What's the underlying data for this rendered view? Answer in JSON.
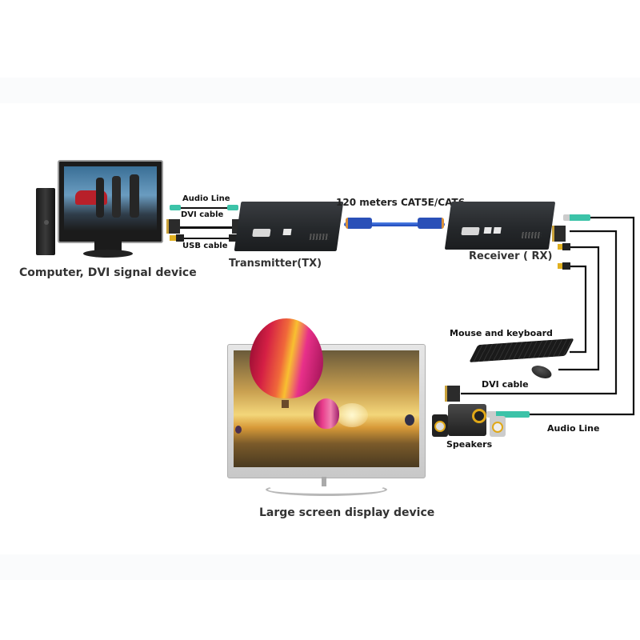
{
  "diagram": {
    "title": "DVI KVM extender over CAT5E/CAT6 connection diagram",
    "source": {
      "label": "Computer, DVI signal device"
    },
    "transmitter": {
      "label": "Transmitter(TX)"
    },
    "receiver": {
      "label": "Receiver ( RX)"
    },
    "link": {
      "label": "120 meters CAT5E/CAT6",
      "color": "#2050c8"
    },
    "tx_cables": [
      {
        "label": "Audio Line"
      },
      {
        "label": "DVI cable"
      },
      {
        "label": "USB cable"
      }
    ],
    "rx_peripherals": {
      "mouse_keyboard": "Mouse and keyboard",
      "dvi_cable": "DVI cable",
      "audio_line": "Audio Line",
      "speakers": "Speakers"
    },
    "display": {
      "label": "Large screen display device"
    },
    "colors": {
      "audio_plug": "#3cc3a8",
      "usb_plug": "#e0b020",
      "device_body": "#2a2d30",
      "cable": "#111111"
    }
  }
}
